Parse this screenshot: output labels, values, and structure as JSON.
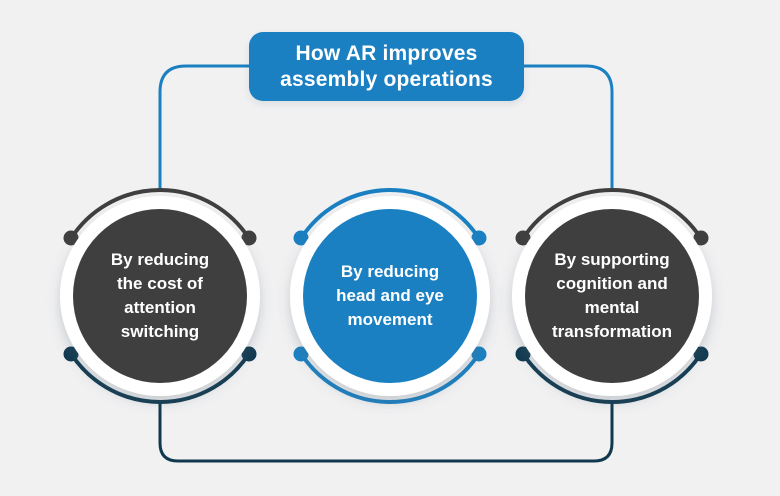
{
  "background": "#f1f1f2",
  "colors": {
    "blue": "#1a80c2",
    "dark": "#3f3f3f",
    "navy": "#10394f",
    "ring": "#ffffff",
    "text": "#ffffff"
  },
  "title": {
    "text": "How AR improves\nassembly operations"
  },
  "nodes": [
    {
      "id": "attention-switching",
      "text": "By reducing\nthe cost of\nattention\nswitching",
      "fill": "#3f3f3f",
      "top_arc_color": "#3f3f3f",
      "bottom_arc_color": "#10394f"
    },
    {
      "id": "head-eye-movement",
      "text": "By reducing\nhead and eye\nmovement",
      "fill": "#1a80c2",
      "top_arc_color": "#1a80c2",
      "bottom_arc_color": "#1a80c2"
    },
    {
      "id": "cognition-mental-transformation",
      "text": "By supporting\ncognition and\nmental\ntransformation",
      "fill": "#3f3f3f",
      "top_arc_color": "#3f3f3f",
      "bottom_arc_color": "#10394f"
    }
  ]
}
